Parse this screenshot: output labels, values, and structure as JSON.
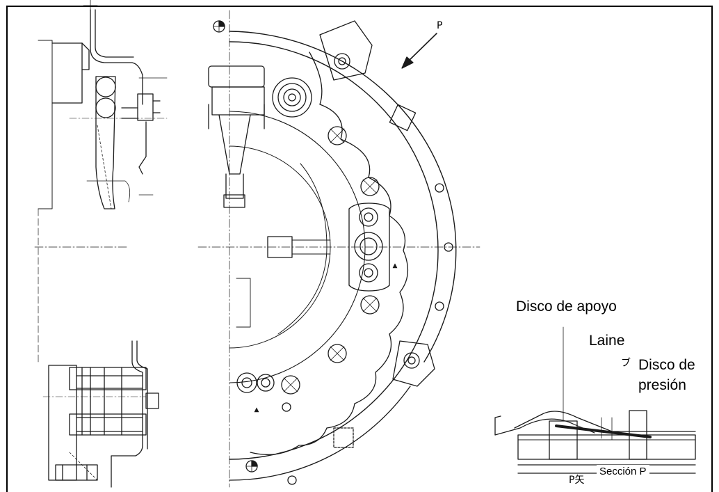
{
  "labels": {
    "disco_apoyo": "Disco de apoyo",
    "laine": "Laine",
    "disco_presion_line1": "Disco de",
    "disco_presion_line2": "presión",
    "seccion": "Sección P",
    "arrow_mark": "P",
    "view_mark": "P矢",
    "small_mark": "ブ"
  },
  "colors": {
    "line": "#1a1a1a",
    "frame": "#000000",
    "background": "#ffffff"
  }
}
